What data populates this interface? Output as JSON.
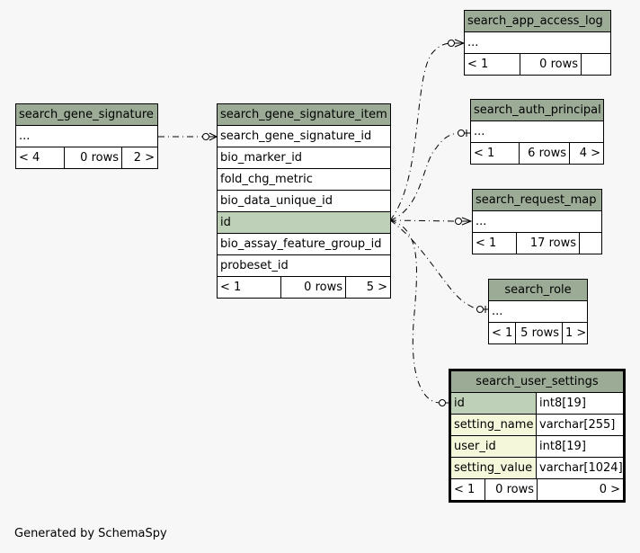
{
  "tables": {
    "search_gene_signature": {
      "name": "search_gene_signature",
      "rows": [
        "..."
      ],
      "footer": [
        "< 4",
        "0 rows",
        "2 >"
      ]
    },
    "search_gene_signature_item": {
      "name": "search_gene_signature_item",
      "rows": [
        "search_gene_signature_id",
        "bio_marker_id",
        "fold_chg_metric",
        "bio_data_unique_id",
        "id",
        "bio_assay_feature_group_id",
        "probeset_id"
      ],
      "footer": [
        "< 1",
        "0 rows",
        "5 >"
      ]
    },
    "search_app_access_log": {
      "name": "search_app_access_log",
      "rows": [
        "..."
      ],
      "footer": [
        "< 1",
        "0 rows",
        ""
      ]
    },
    "search_auth_principal": {
      "name": "search_auth_principal",
      "rows": [
        "..."
      ],
      "footer": [
        "< 1",
        "6 rows",
        "4 >"
      ]
    },
    "search_request_map": {
      "name": "search_request_map",
      "rows": [
        "..."
      ],
      "footer": [
        "< 1",
        "17 rows",
        ""
      ]
    },
    "search_role": {
      "name": "search_role",
      "rows": [
        "..."
      ],
      "footer": [
        "< 1",
        "5 rows",
        "1 >"
      ]
    },
    "search_user_settings": {
      "name": "search_user_settings",
      "columns": [
        {
          "name": "id",
          "type": "int8[19]"
        },
        {
          "name": "setting_name",
          "type": "varchar[255]"
        },
        {
          "name": "user_id",
          "type": "int8[19]"
        },
        {
          "name": "setting_value",
          "type": "varchar[1024]"
        }
      ],
      "footer": [
        "< 1",
        "0 rows",
        "0 >"
      ]
    }
  },
  "generated_by": "Generated by SchemaSpy"
}
